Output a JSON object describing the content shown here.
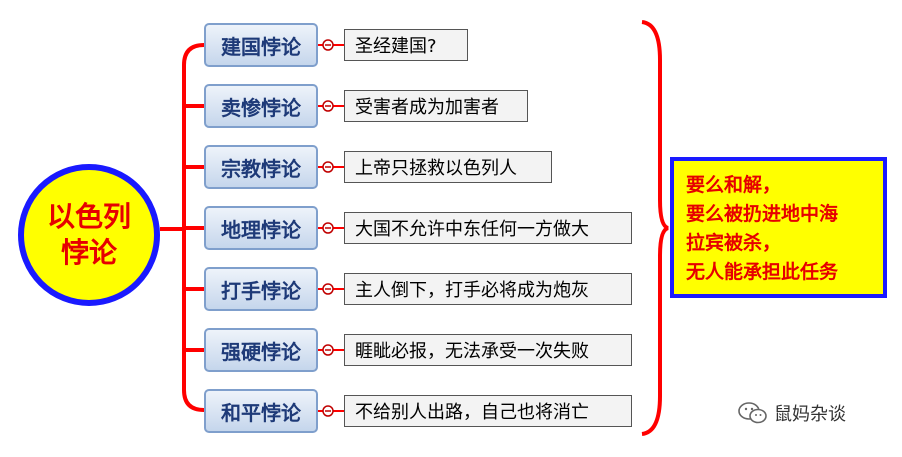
{
  "root": {
    "line1": "以色列",
    "line2": "悖论"
  },
  "items": [
    {
      "topic": "建国悖论",
      "detail": "圣经建国?"
    },
    {
      "topic": "卖惨悖论",
      "detail": "受害者成为加害者"
    },
    {
      "topic": "宗教悖论",
      "detail": "上帝只拯救以色列人"
    },
    {
      "topic": "地理悖论",
      "detail": "大国不允许中东任何一方做大"
    },
    {
      "topic": "打手悖论",
      "detail": "主人倒下，打手必将成为炮灰"
    },
    {
      "topic": "强硬悖论",
      "detail": "睚眦必报，无法承受一次失败"
    },
    {
      "topic": "和平悖论",
      "detail": "不给别人出路，自己也将消亡"
    }
  ],
  "summary": {
    "lines": [
      "要么和解，",
      "要么被扔进地中海",
      "拉宾被杀，",
      "无人能承担此任务"
    ]
  },
  "brand": {
    "name": "鼠妈杂谈",
    "icon": "wechat-icon"
  },
  "colors": {
    "connector": "#ff0000",
    "node_border": "#1a1aff",
    "highlight_fill": "#ffff00",
    "highlight_text": "#e60000"
  }
}
